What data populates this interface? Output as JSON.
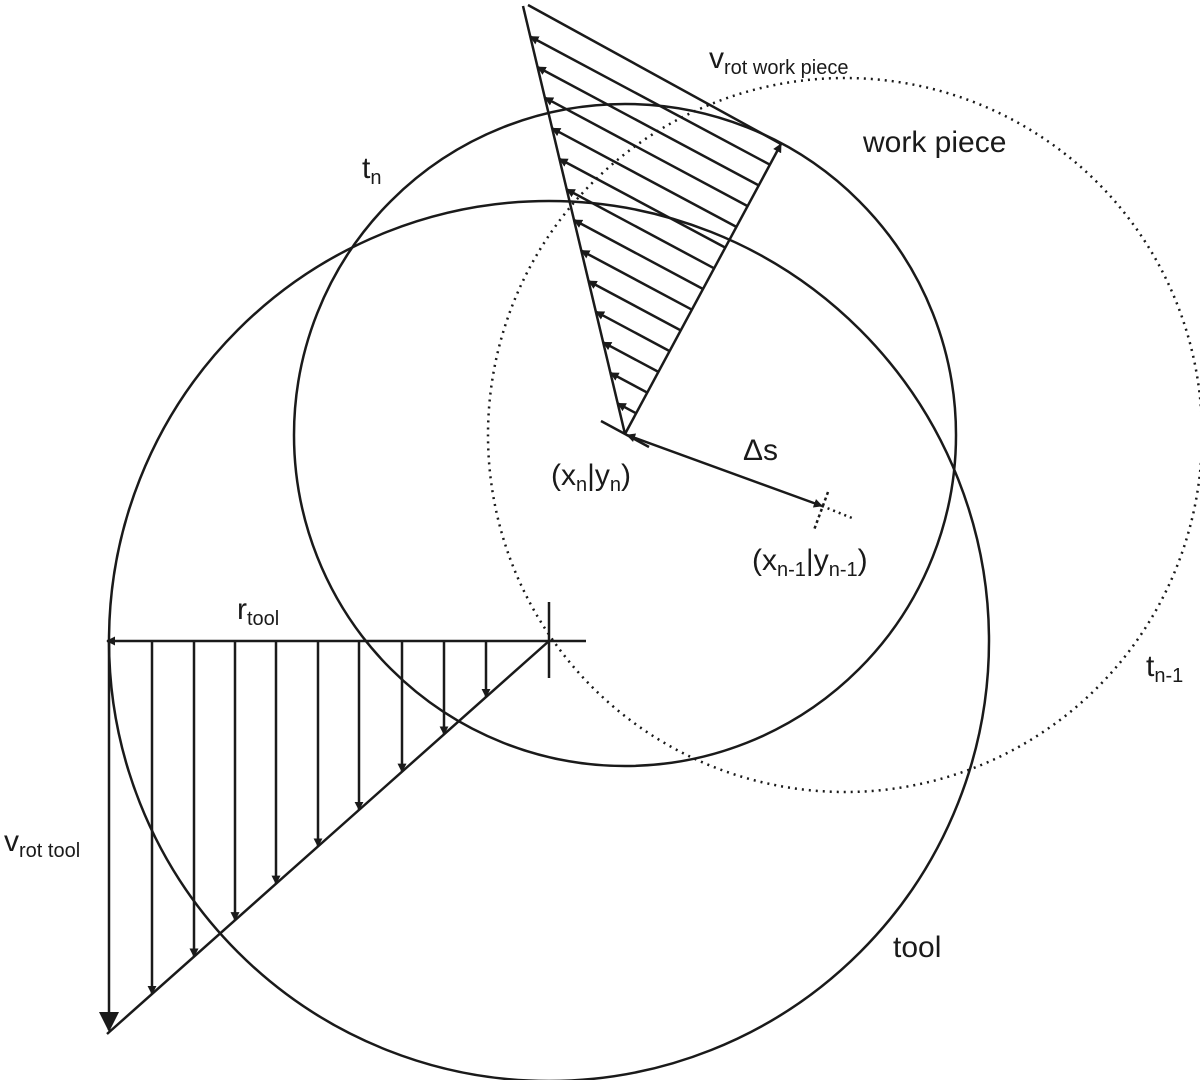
{
  "labels": {
    "v_rot_work_piece": {
      "base": "v",
      "sub": "rot work  piece"
    },
    "work_piece": "work  piece",
    "t_n": {
      "base": "t",
      "sub": "n"
    },
    "t_n_minus_1": {
      "base": "t",
      "sub": "n-1"
    },
    "delta_s": "Δs",
    "pos_n": {
      "open": "(x",
      "sub1": "n",
      "mid": "|y",
      "sub2": "n",
      "close": ")"
    },
    "pos_n_minus_1": {
      "open": "(x",
      "sub1": "n-1",
      "mid": "|y",
      "sub2": "n-1",
      "close": ")"
    },
    "r_tool": {
      "base": "r",
      "sub": "tool"
    },
    "v_rot_tool": {
      "base": "v",
      "sub": "rot tool"
    },
    "tool": "tool"
  },
  "colors": {
    "stroke": "#1a1a1a",
    "background": "#ffffff"
  }
}
